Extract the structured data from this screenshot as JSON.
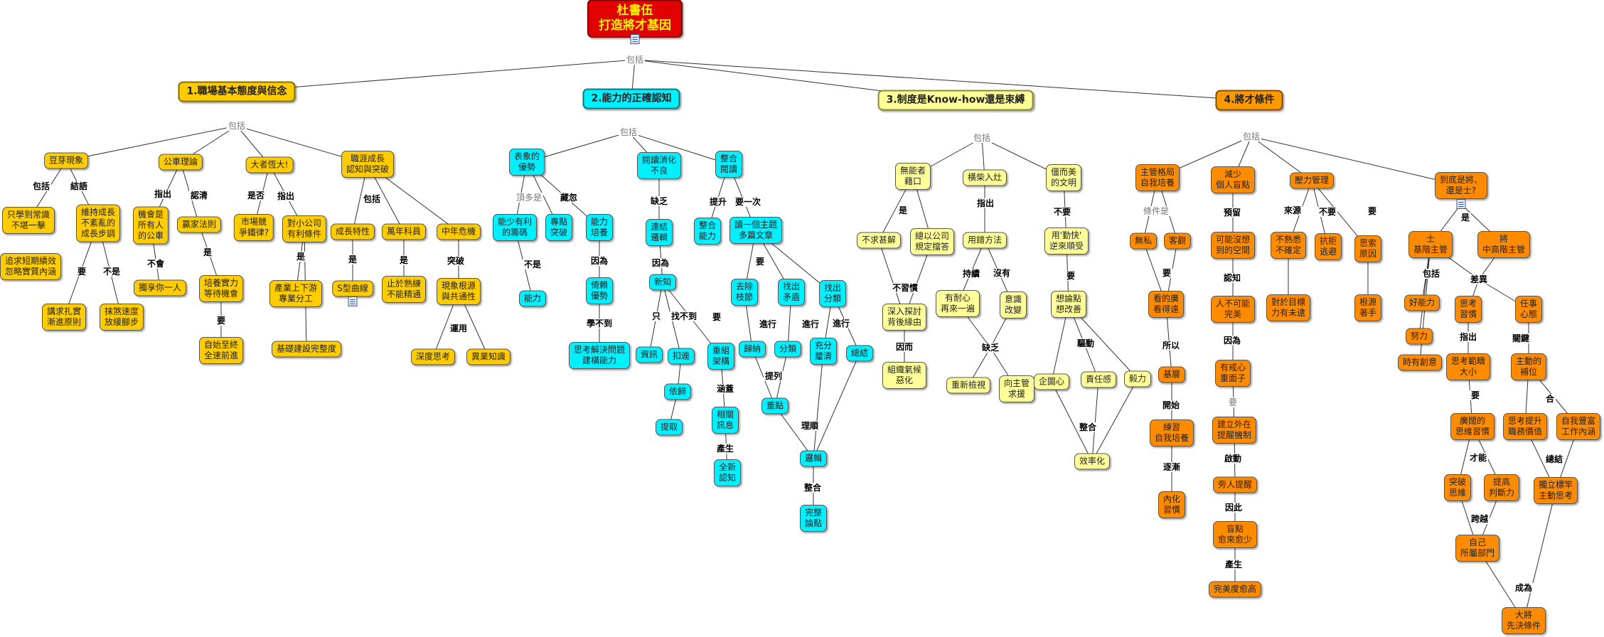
{
  "root": {
    "id": "root",
    "text": "杜書伍\n打造將才基因"
  },
  "branches": [
    {
      "id": "b1",
      "text": "1.職場基本態度與信念"
    },
    {
      "id": "b2",
      "text": "2.能力的正確認知"
    },
    {
      "id": "b3",
      "text": "3.制度是Know-how還是束縛"
    },
    {
      "id": "b4",
      "text": "4.將才條件"
    }
  ],
  "nodes": {
    "y1": "豆芽現象",
    "y2": "只學到常識\n不堪一擊",
    "y3": "維持成長\n不紊亂的\n成長步調",
    "y4": "追求短期績效\n忽略實質內涵",
    "y5": "講求扎實\n漸進原則",
    "y6": "抹煞速度\n放緩腳步",
    "y7": "公車理論",
    "y8": "機會是\n所有人\n的公車",
    "y9": "獨享你一人",
    "y10": "贏家法則",
    "y11": "培養實力\n等待機會",
    "y12": "自始至終\n全速前進",
    "y13": "大者恆大!",
    "y14": "市場競\n爭鐵律?",
    "y15": "對小公司\n有利條件",
    "y16": "產業上下游\n專業分工",
    "y17": "基礎建設完整度",
    "y18": "職涯成長\n認知與突破",
    "y19": "成長特性",
    "y20": "S型曲線",
    "y21": "萬年科員",
    "y22": "止於熟練\n不能精通",
    "y23": "中年危機",
    "y24": "現象根源\n與共通性",
    "y25": "深度思考",
    "y26": "異業知識",
    "c1": "表象的\n優勢",
    "c2": "能少有利\n的籌碼",
    "c3": "專點\n突破",
    "c4": "能力",
    "c5": "能力\n培養",
    "c6": "倚賴\n優勢",
    "c7": "思考解決問題\n建構能力",
    "c8": "閱讀消化\n不良",
    "c9": "連結\n邏輯",
    "c10": "新知",
    "c11": "資訊",
    "c12": "扣連",
    "c13": "依歸",
    "c14": "提取",
    "c15": "整合\n閱讀",
    "c16": "整合\n能力",
    "c17": "讀一個主題\n多篇文章",
    "c18": "去除\n枝節",
    "c19": "找出\n矛盾",
    "c20": "找出\n分類",
    "c21": "重組\n架構",
    "c22": "相關\n訊息",
    "c23": "全新\n認知",
    "c24": "歸納",
    "c25": "分類",
    "c26": "充分\n釐清",
    "c27": "總結",
    "c28": "重點",
    "c29": "邏輯",
    "c30": "完整\n論點",
    "l1": "無能者\n藉口",
    "l2": "不求甚解",
    "l3": "總以公司\n規定擋答",
    "l4": "深入探討\n背後緣由",
    "l5": "組織氣候\n惡化",
    "l6": "橫柴入灶",
    "l7": "用錯方法",
    "l8": "有耐心\n再來一遍",
    "l9": "意識\n改變",
    "l10": "重新檢視",
    "l11": "向主管\n求援",
    "l12": "僵而美\n的文明",
    "l13": "用'勤快'\n逆來順受",
    "l14": "想論點\n想改善",
    "l15": "企圖心",
    "l16": "責任感",
    "l17": "毅力",
    "l18": "效率化",
    "o1": "主管格局\n自我培養",
    "o2": "無私",
    "o3": "客觀",
    "o4": "看的廣\n看得遠",
    "o5": "基層",
    "o6": "練習\n自我培養",
    "o7": "內化\n習慣",
    "o8": "減少\n個人盲點",
    "o9": "可能沒想\n到的空間",
    "o10": "人不可能\n完美",
    "o11": "有戒心\n重面子",
    "o12": "建立外在\n提醒機制",
    "o13": "旁人提醒",
    "o14": "盲點\n愈來愈少",
    "o15": "完美度愈高",
    "o16": "壓力管理",
    "o17": "不熟悉\n不確定",
    "o18": "對於目標\n力有未逮",
    "o19": "抗拒\n逃避",
    "o20": "思索\n原因",
    "o21": "根源\n著手",
    "o22": "到底是將、\n還是士?",
    "o23": "士\n基階主管",
    "o24": "將\n中高階主管",
    "o25": "好能力",
    "o26": "努力",
    "o27": "時有創意",
    "o28": "思考\n習慣",
    "o29": "思考範疇\n大小",
    "o30": "廣闊的\n思維習慣",
    "o31": "突破\n思維",
    "o32": "提高\n判斷力",
    "o33": "自己\n所屬部門",
    "o34": "任事\n心態",
    "o35": "主動的\n補位",
    "o36": "思考提升\n職務價值",
    "o37": "自我豐富\n工作內涵",
    "o38": "獨立標竿\n主動思考",
    "o39": "大將\n先決條件"
  },
  "labels": {
    "r0": "包括",
    "r1": "包括",
    "r2": "包括",
    "r3": "包括",
    "r4": "包括",
    "a1": "包括",
    "a2": "結語",
    "a3": "要",
    "a4": "不是",
    "a5": "指出",
    "a6": "認清",
    "a7": "不會",
    "a8": "是",
    "a9": "要",
    "a10": "是否",
    "a11": "指出",
    "a12": "是",
    "a13": "包括",
    "a14": "是",
    "a15": "是",
    "a16": "突破",
    "a17": "運用",
    "b1": "頂多是",
    "b2": "藏忽",
    "b3": "不是",
    "b4": "因為",
    "b5": "學不到",
    "b6": "缺乏",
    "b7": "因為",
    "b8": "只",
    "b9": "找不到",
    "b10": "要",
    "b11": "提升",
    "b12": "要一次",
    "b13": "要",
    "b14": "進行",
    "b15": "進行",
    "b16": "進行",
    "b17": "提列",
    "b18": "涵蓋",
    "b19": "產生",
    "b20": "理順",
    "b21": "整合",
    "c1": "是",
    "c2": "不習慣",
    "c3": "因而",
    "c4": "指出",
    "c5": "持續",
    "c6": "沒有",
    "c7": "缺乏",
    "c8": "不要",
    "c9": "要",
    "c10": "驅動",
    "c11": "整合",
    "d1": "條件是",
    "d2": "要",
    "d3": "所以",
    "d4": "開始",
    "d5": "逐漸",
    "d6": "預留",
    "d7": "認知",
    "d8": "因為",
    "d9": "要",
    "d10": "啟動",
    "d11": "因此",
    "d12": "產生",
    "d13": "來源",
    "d14": "不要",
    "d15": "要",
    "d16": "是",
    "d17": "包括",
    "d18": "差異",
    "d19": "指出",
    "d20": "要",
    "d21": "才能",
    "d22": "跨越",
    "d23": "關鍵",
    "d24": "合",
    "d25": "總結",
    "d26": "成為"
  }
}
